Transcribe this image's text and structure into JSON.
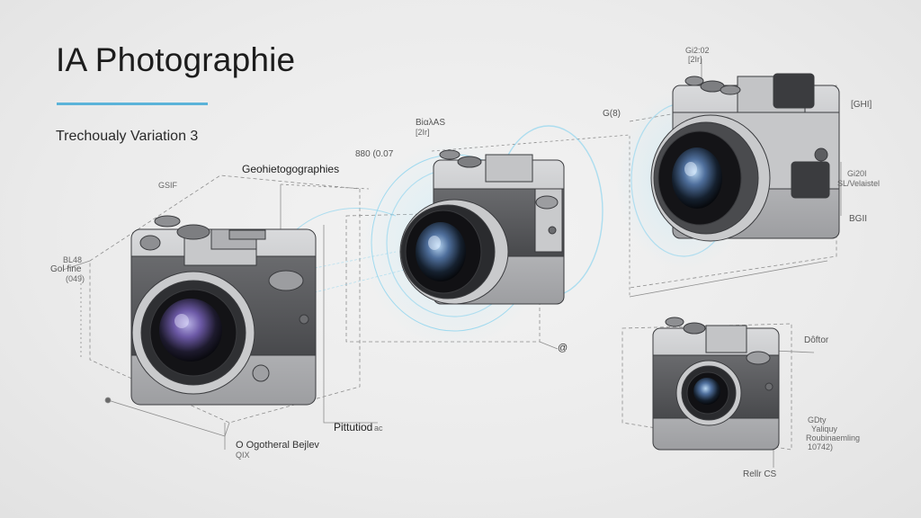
{
  "header": {
    "title": "IA Photographie",
    "subtitle": "Trechoualy Variation 3",
    "accent_color": "#5bb3d9"
  },
  "annotations": {
    "geo_label": "Geohietogographies",
    "top_mid_1": "BiαλAS",
    "top_mid_2": "[2Ir]",
    "top_val": "880 (0.07",
    "top_right_1": "Gi2:02",
    "top_right_2": "[2Ir]",
    "mid_right_val": "G(8)",
    "right_gh": "[GHI]",
    "right_sm1": "Gi20I",
    "right_sm2": "SL/Velaistel",
    "right_bg": "BGII",
    "left_g": "GSIF",
    "left_l1": "BL48",
    "left_l2": "Gol fine",
    "left_l3": "(049)",
    "center_at": "@",
    "bottom_label": "Pittutiod",
    "bottom_sm": "ac",
    "bottom_l1": "O Ogotheral Bejlev",
    "bottom_l2": "QIX",
    "rb_label": "Dôftor",
    "rb_1": "GDty",
    "rb_2": "Yaliquy",
    "rb_3": "Roubinaemling",
    "rb_4": "10742)",
    "rb_bottom": "Rellr CS"
  },
  "colors": {
    "body_gray": "#a9aaac",
    "dark_gray": "#4c4d50",
    "line": "#8d8d8d",
    "glow": "#7fd0ee",
    "lens_purple": "#6d5aa7"
  }
}
